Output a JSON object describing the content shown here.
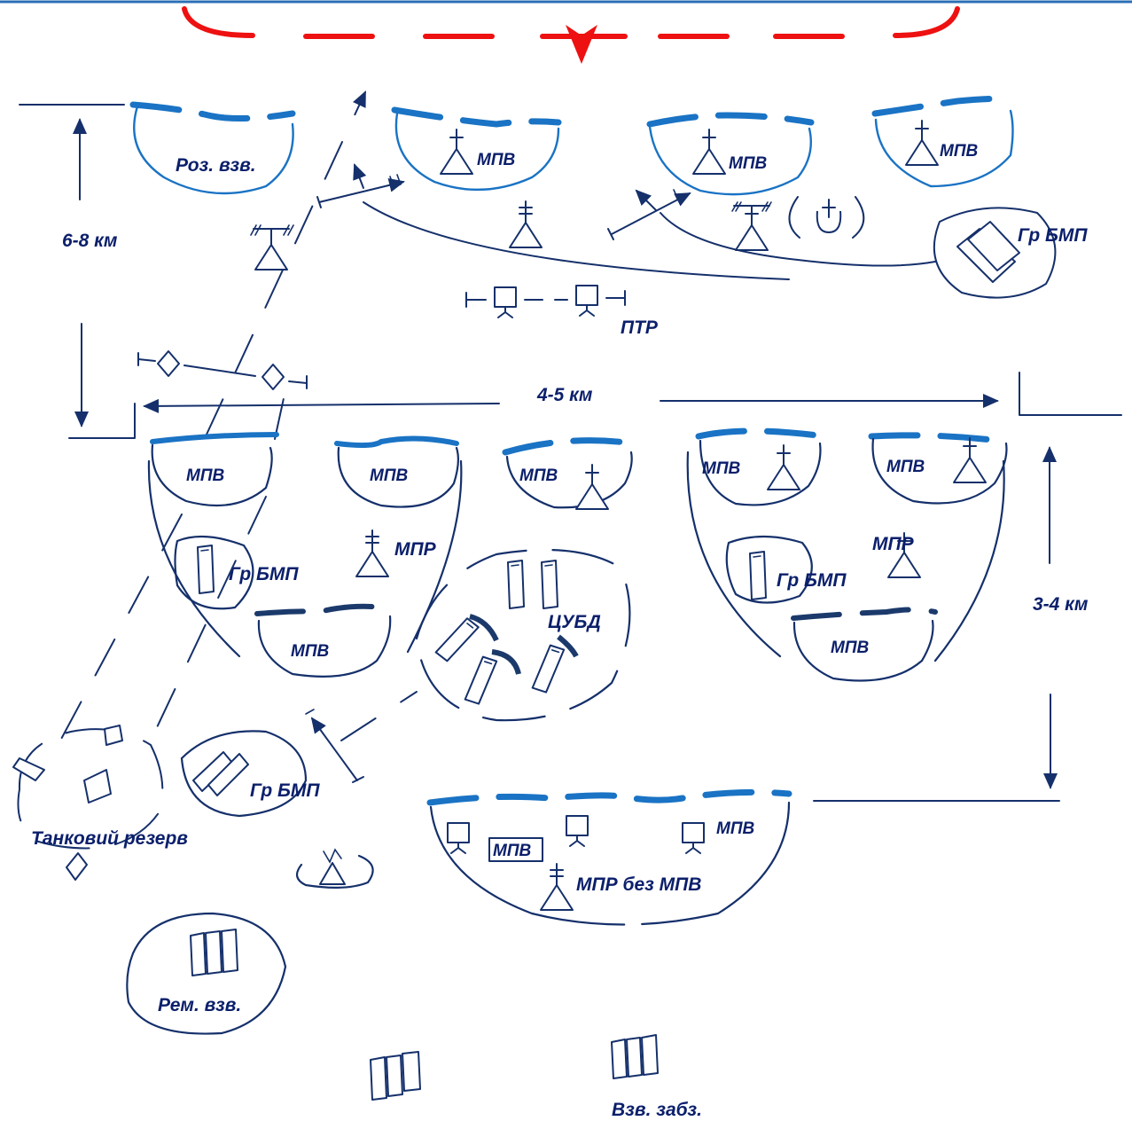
{
  "labels": {
    "recon_platoon": "Роз. взв.",
    "distance_6_8": "6-8 км",
    "distance_4_5": "4-5 км",
    "distance_3_4": "3-4 км",
    "mpv": "МПВ",
    "mpr": "МПР",
    "ifv_group": "Гр БМП",
    "atr": "ПТР",
    "cubd": "ЦУБД",
    "tank_reserve": "Танковий резерв",
    "mpr_without_mpv": "МПР без МПВ",
    "repair_platoon": "Рем. взв.",
    "support_platoon": "Взв. забз."
  },
  "colors": {
    "enemy_line": "#ee1111",
    "position_line": "#1a73c4",
    "symbols": "#15306b",
    "text": "#0b1f6b"
  }
}
